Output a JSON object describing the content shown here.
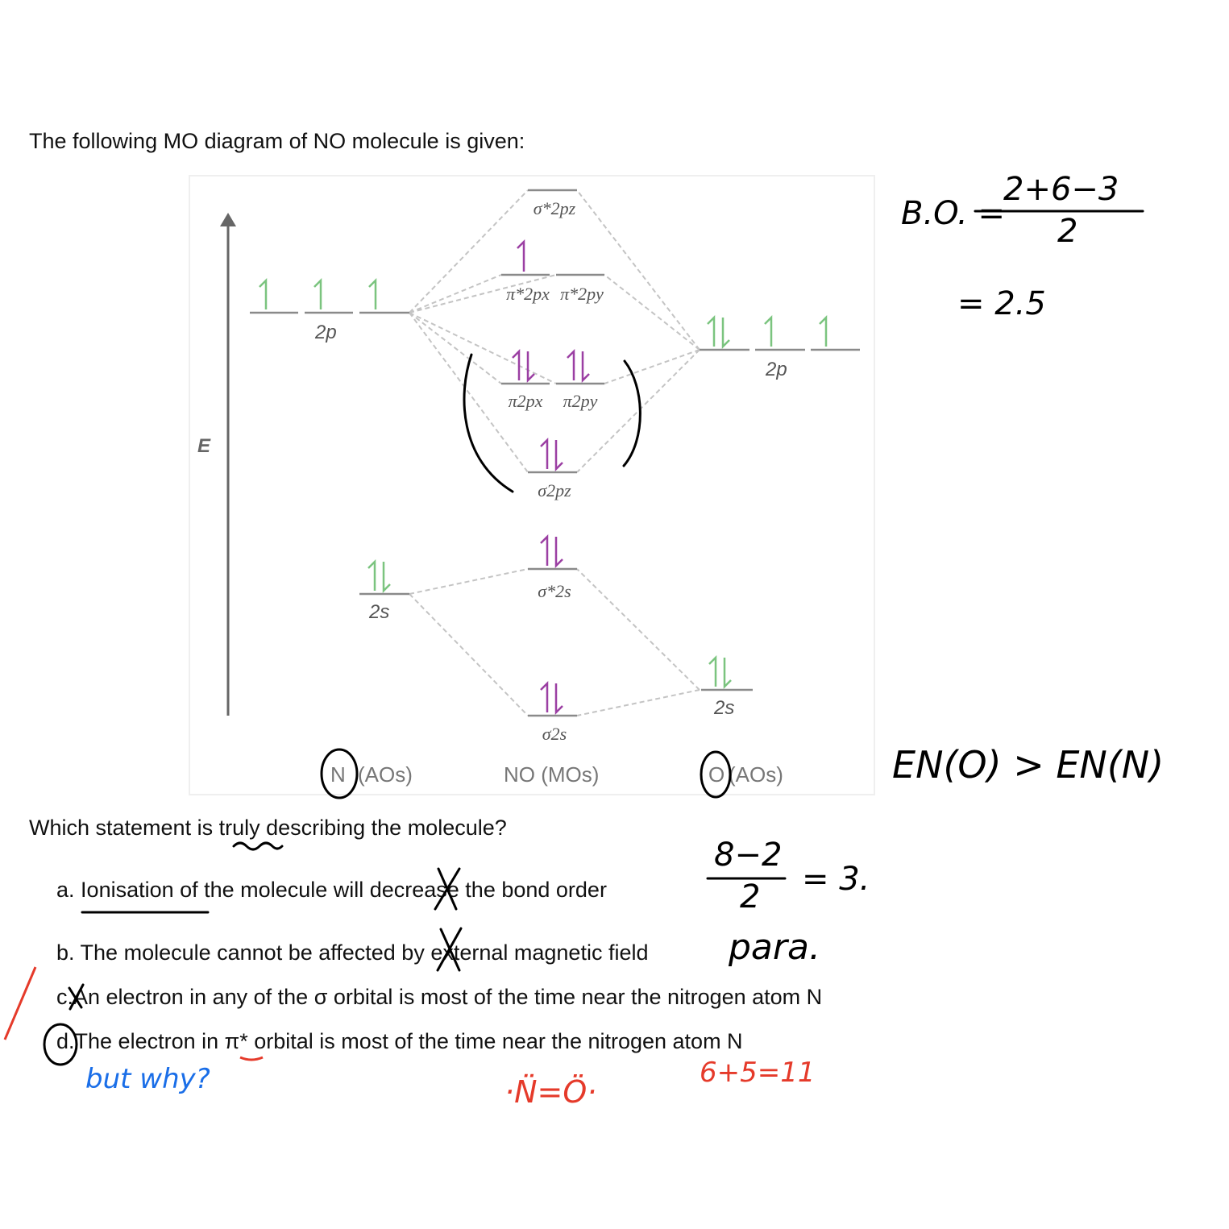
{
  "document": {
    "intro": "The following MO diagram of NO molecule is given:",
    "question": "Which statement is truly describing the molecule?",
    "options": [
      {
        "letter": "a.",
        "text": "Ionisation of the molecule will decrease the bond order"
      },
      {
        "letter": "b.",
        "text": "The molecule cannot be affected by external magnetic field"
      },
      {
        "letter": "c.",
        "text": "An electron in any of the σ orbital is most of the time near the nitrogen atom N"
      },
      {
        "letter": "d.",
        "text": "The electron in π* orbital is most of the time near the nitrogen atom N"
      }
    ]
  },
  "diagram": {
    "axis_label": "E",
    "left_atom_label": "N",
    "left_atom_suffix": "(AOs)",
    "center_label": "NO (MOs)",
    "right_atom_label": "O",
    "right_atom_suffix": "(AOs)",
    "left_2p": "2p",
    "left_2s": "2s",
    "right_2p": "2p",
    "right_2s": "2s",
    "mo_labels": {
      "sigma_star_2pz": "σ*2pz",
      "pi_star_2px": "π*2px",
      "pi_star_2py": "π*2py",
      "pi_2px": "π2px",
      "pi_2py": "π2py",
      "sigma_2pz": "σ2pz",
      "sigma_star_2s": "σ*2s",
      "sigma_2s": "σ2s"
    },
    "colors": {
      "atomic_electrons": "#7bc47f",
      "mo_electrons": "#9b3fa3",
      "lines": "#8a8a8a",
      "dashes": "#c4c4c4"
    }
  },
  "handwriting": {
    "bond_order_prefix": "B.O. =",
    "bond_order_numerator": "2+6−3",
    "bond_order_denominator": "2",
    "bond_order_result": "= 2.5",
    "electronegativity": "EN(O) > EN(N)",
    "calc_numerator": "8−2",
    "calc_denominator": "2",
    "calc_result": "= 3.",
    "para_note": "para.",
    "question_note": "but why?",
    "lewis_structure": "·N̈=Ö·",
    "electron_count": "6+5=11",
    "colors": {
      "black": "#000000",
      "blue": "#1a6ee8",
      "red": "#e53a2a"
    }
  }
}
